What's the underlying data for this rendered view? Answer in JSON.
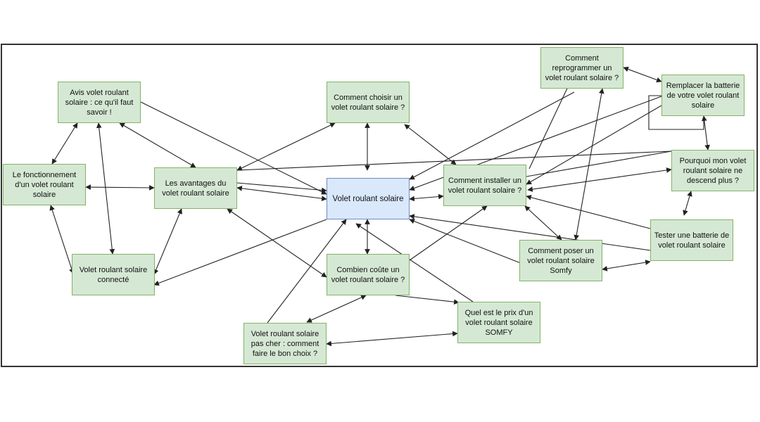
{
  "diagram": {
    "colors": {
      "node_fill": "#d5e8d4",
      "node_border": "#82b366",
      "center_fill": "#dae8fc",
      "center_border": "#6c8ebf",
      "edge": "#222222"
    },
    "nodes": {
      "center": "Volet roulant solaire",
      "avis": "Avis volet roulant\nsolaire : ce qu'il faut\nsavoir !",
      "choisir": "Comment choisir un\nvolet roulant solaire ?",
      "reprogrammer": "Comment\nreprogrammer un\nvolet roulant solaire ?",
      "remplacer": "Remplacer la batterie\nde votre volet roulant\nsolaire",
      "fonctionnement": "Le fonctionnement\nd'un volet roulant\nsolaire",
      "avantages": "Les avantages du\nvolet roulant solaire",
      "installer": "Comment installer un\nvolet roulant solaire ?",
      "pourquoi": "Pourquoi mon volet\nroulant solaire ne\ndescend plus ?",
      "connecte": "Volet roulant solaire\nconnecté",
      "combien": "Combien coûte un\nvolet roulant solaire ?",
      "poser": "Comment poser un\nvolet roulant solaire\nSomfy",
      "tester": "Tester une batterie de\nvolet roulant solaire",
      "prix": "Quel est le prix d'un\nvolet roulant solaire\nSOMFY",
      "pascher": "Volet roulant solaire\npas cher : comment\nfaire le bon choix ?"
    }
  }
}
